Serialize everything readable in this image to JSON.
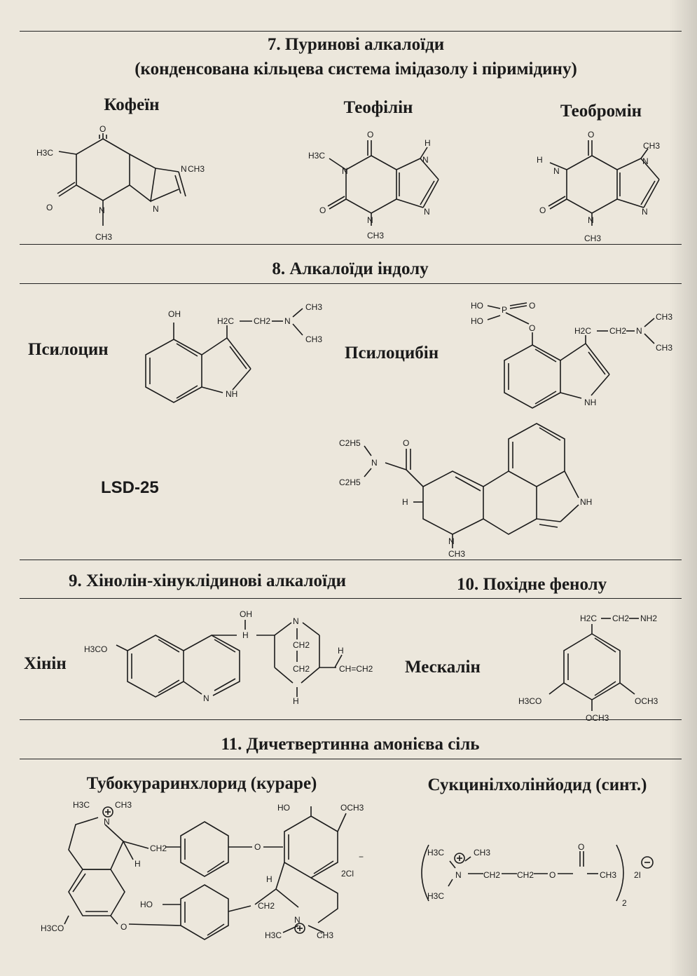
{
  "sections": {
    "s7": {
      "title": "7. Пуринові алкалоїди",
      "subtitle": "(конденсована кільцева система імідазолу і піримідину)"
    },
    "s8": {
      "title": "8. Алкалоїди індолу"
    },
    "s9": {
      "title": "9. Хінолін-хінуклідинові алкалоїди"
    },
    "s10": {
      "title": "10. Похідне фенолу"
    },
    "s11": {
      "title": "11. Дичетвертинна амонієва сіль"
    }
  },
  "compounds": {
    "caffeine": "Кофеїн",
    "theophylline": "Теофілін",
    "theobromine": "Теобромін",
    "psilocin": "Псилоцин",
    "psilocybin": "Псилоцибін",
    "lsd": "LSD-25",
    "quinine": "Хінін",
    "mescaline": "Мескалін",
    "tubocurarine": "Тубокураринхлорид (кураре)",
    "succinylcholine": "Сукцинілхолінйодид (синт.)"
  },
  "atoms": {
    "O": "O",
    "N": "N",
    "NH": "NH",
    "H": "H",
    "P": "P",
    "OH": "OH",
    "HO": "HO",
    "CH3": "CH3",
    "H3C": "H3C",
    "H2C": "H2C",
    "CH2": "CH2",
    "NH2": "NH2",
    "C2H5": "C2H5",
    "OCH3": "OCH3",
    "H3CO": "H3CO",
    "CH_CH2": "CH=CH2",
    "plus": "+",
    "minus": "−",
    "cl2": "2Cl",
    "i2": "2I",
    "sub2": "2"
  }
}
